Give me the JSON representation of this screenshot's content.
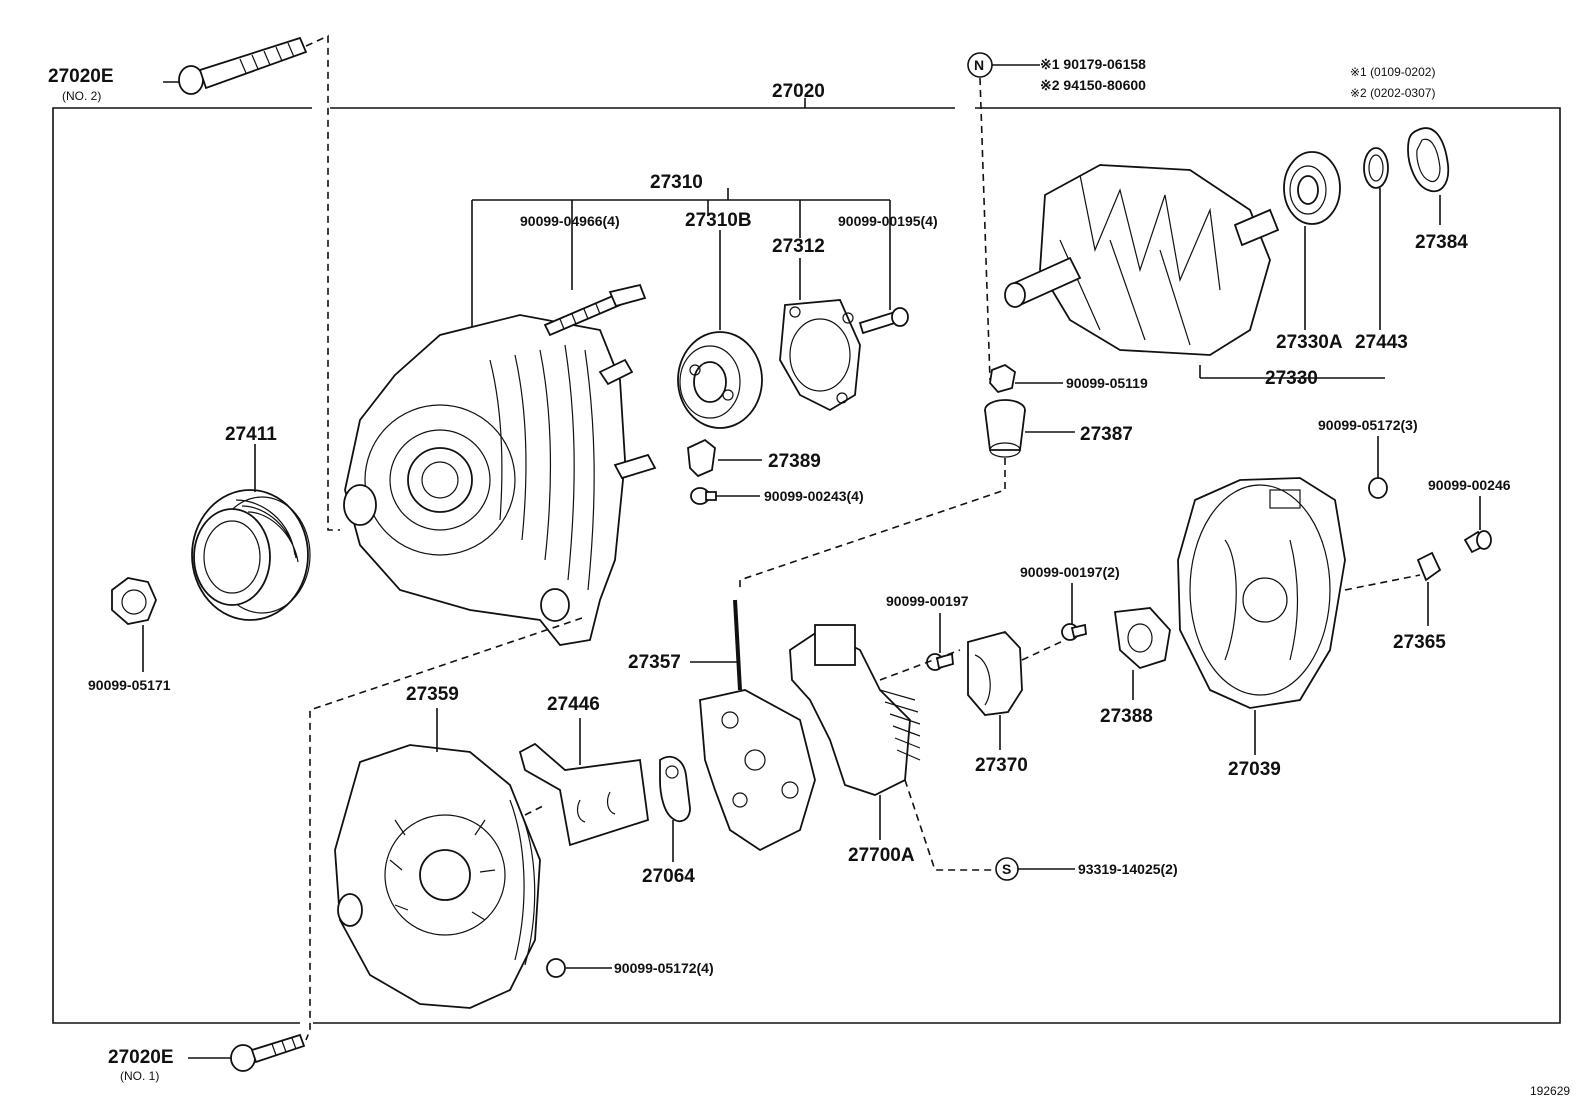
{
  "labels": {
    "p27020E_top": "27020E",
    "p27020E_top_sub": "(NO. 2)",
    "p27020": "27020",
    "p27310": "27310",
    "p90099_04966": "90099-04966(4)",
    "p27310B": "27310B",
    "p27312": "27312",
    "p90099_00195": "90099-00195(4)",
    "n_symbol": "N",
    "note1_part": "※1 90179-06158",
    "note2_part": "※2 94150-80600",
    "note1_range": "※1 (0109-0202)",
    "note2_range": "※2 (0202-0307)",
    "p27384": "27384",
    "p27330A": "27330A",
    "p27443": "27443",
    "p27330": "27330",
    "p90099_05119": "90099-05119",
    "p27387": "27387",
    "p27411": "27411",
    "p27389": "27389",
    "p90099_00243": "90099-00243(4)",
    "p90099_05172_3": "90099-05172(3)",
    "p90099_00246": "90099-00246",
    "p90099_00197_2": "90099-00197(2)",
    "p90099_00197": "90099-00197",
    "p27365": "27365",
    "p90099_05171": "90099-05171",
    "p27357": "27357",
    "p27359": "27359",
    "p27446": "27446",
    "p27388": "27388",
    "p27370": "27370",
    "p27039": "27039",
    "p27064": "27064",
    "p27700A": "27700A",
    "s_symbol": "S",
    "p93319_14025": "93319-14025(2)",
    "p90099_05172_4": "90099-05172(4)",
    "p27020E_bottom": "27020E",
    "p27020E_bottom_sub": "(NO. 1)",
    "figure_number": "192629"
  }
}
